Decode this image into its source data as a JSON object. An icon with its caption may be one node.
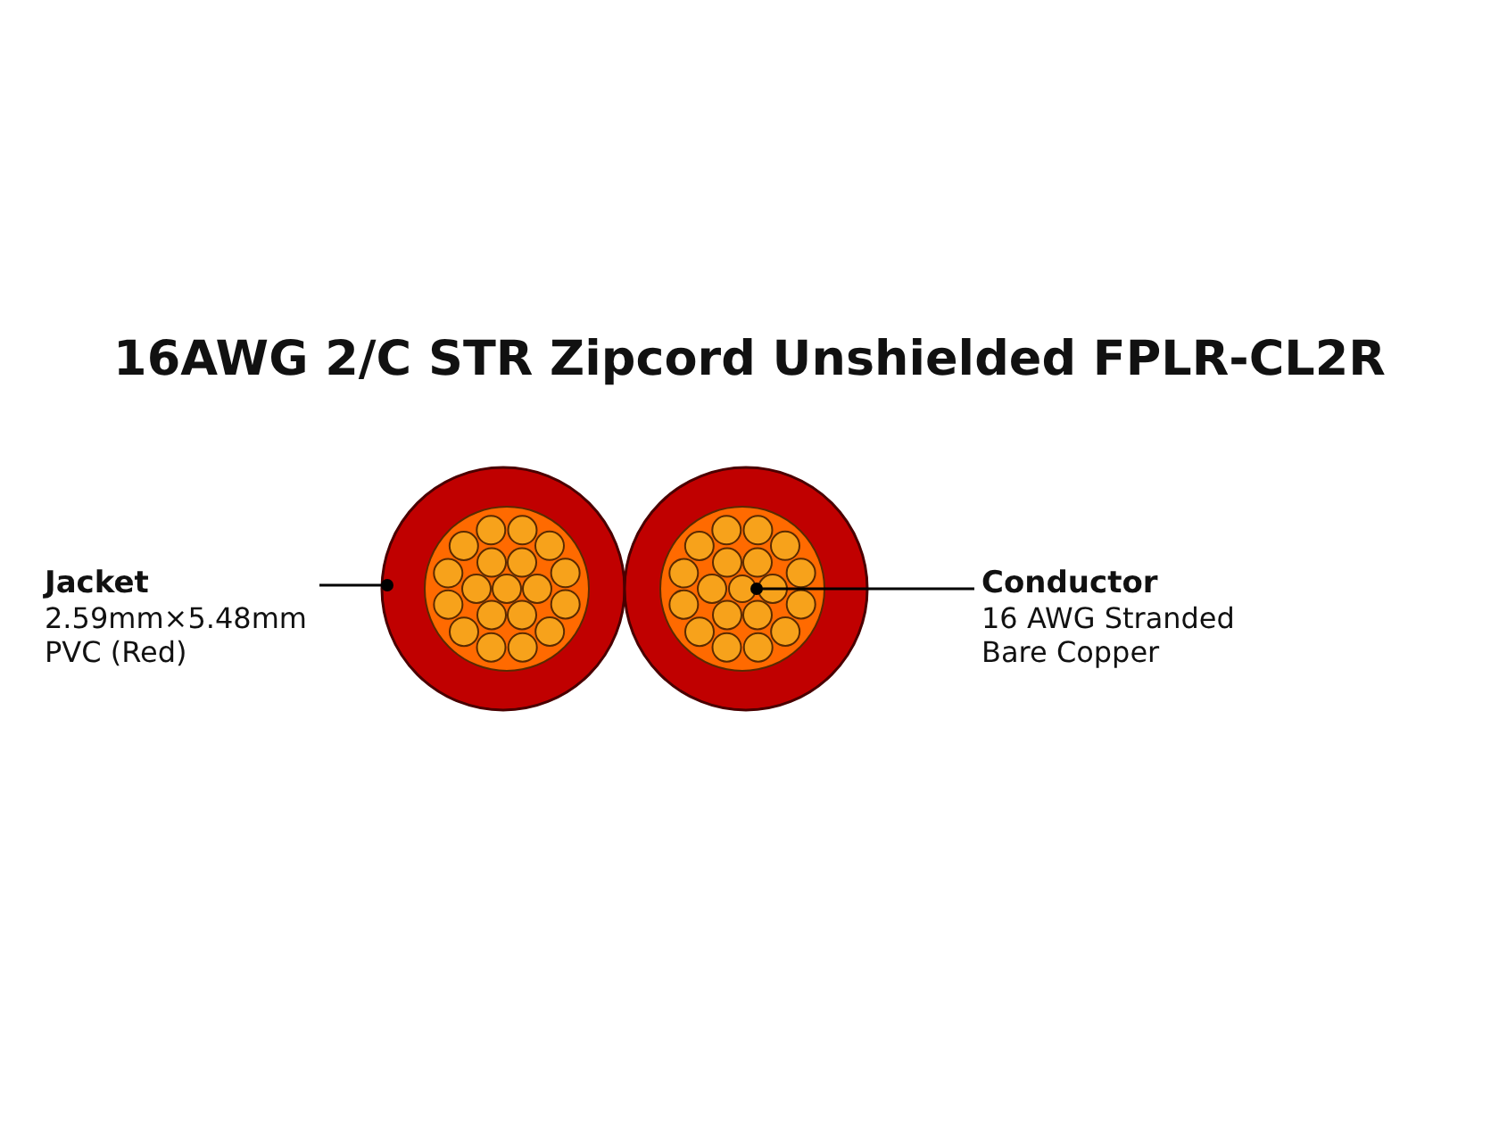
{
  "diagram": {
    "title": "16AWG 2/C STR Zipcord Unshielded FPLR-CL2R",
    "nodes": [
      {
        "text": [
          "Jacket",
          "2.59mm×5.48mm PVC (Red)"
        ]
      },
      {
        "text": [],
        "shape": "circle"
      },
      {
        "text": [
          "Conductor",
          "16 AWG Stranded Bare Copper"
        ]
      },
      {
        "text": [],
        "shape": "circle"
      }
    ],
    "edges": [
      {
        "from": 0,
        "to": 1,
        "arrow": "other"
      },
      {
        "from": 2,
        "to": 3,
        "arrow": "other"
      }
    ]
  }
}
